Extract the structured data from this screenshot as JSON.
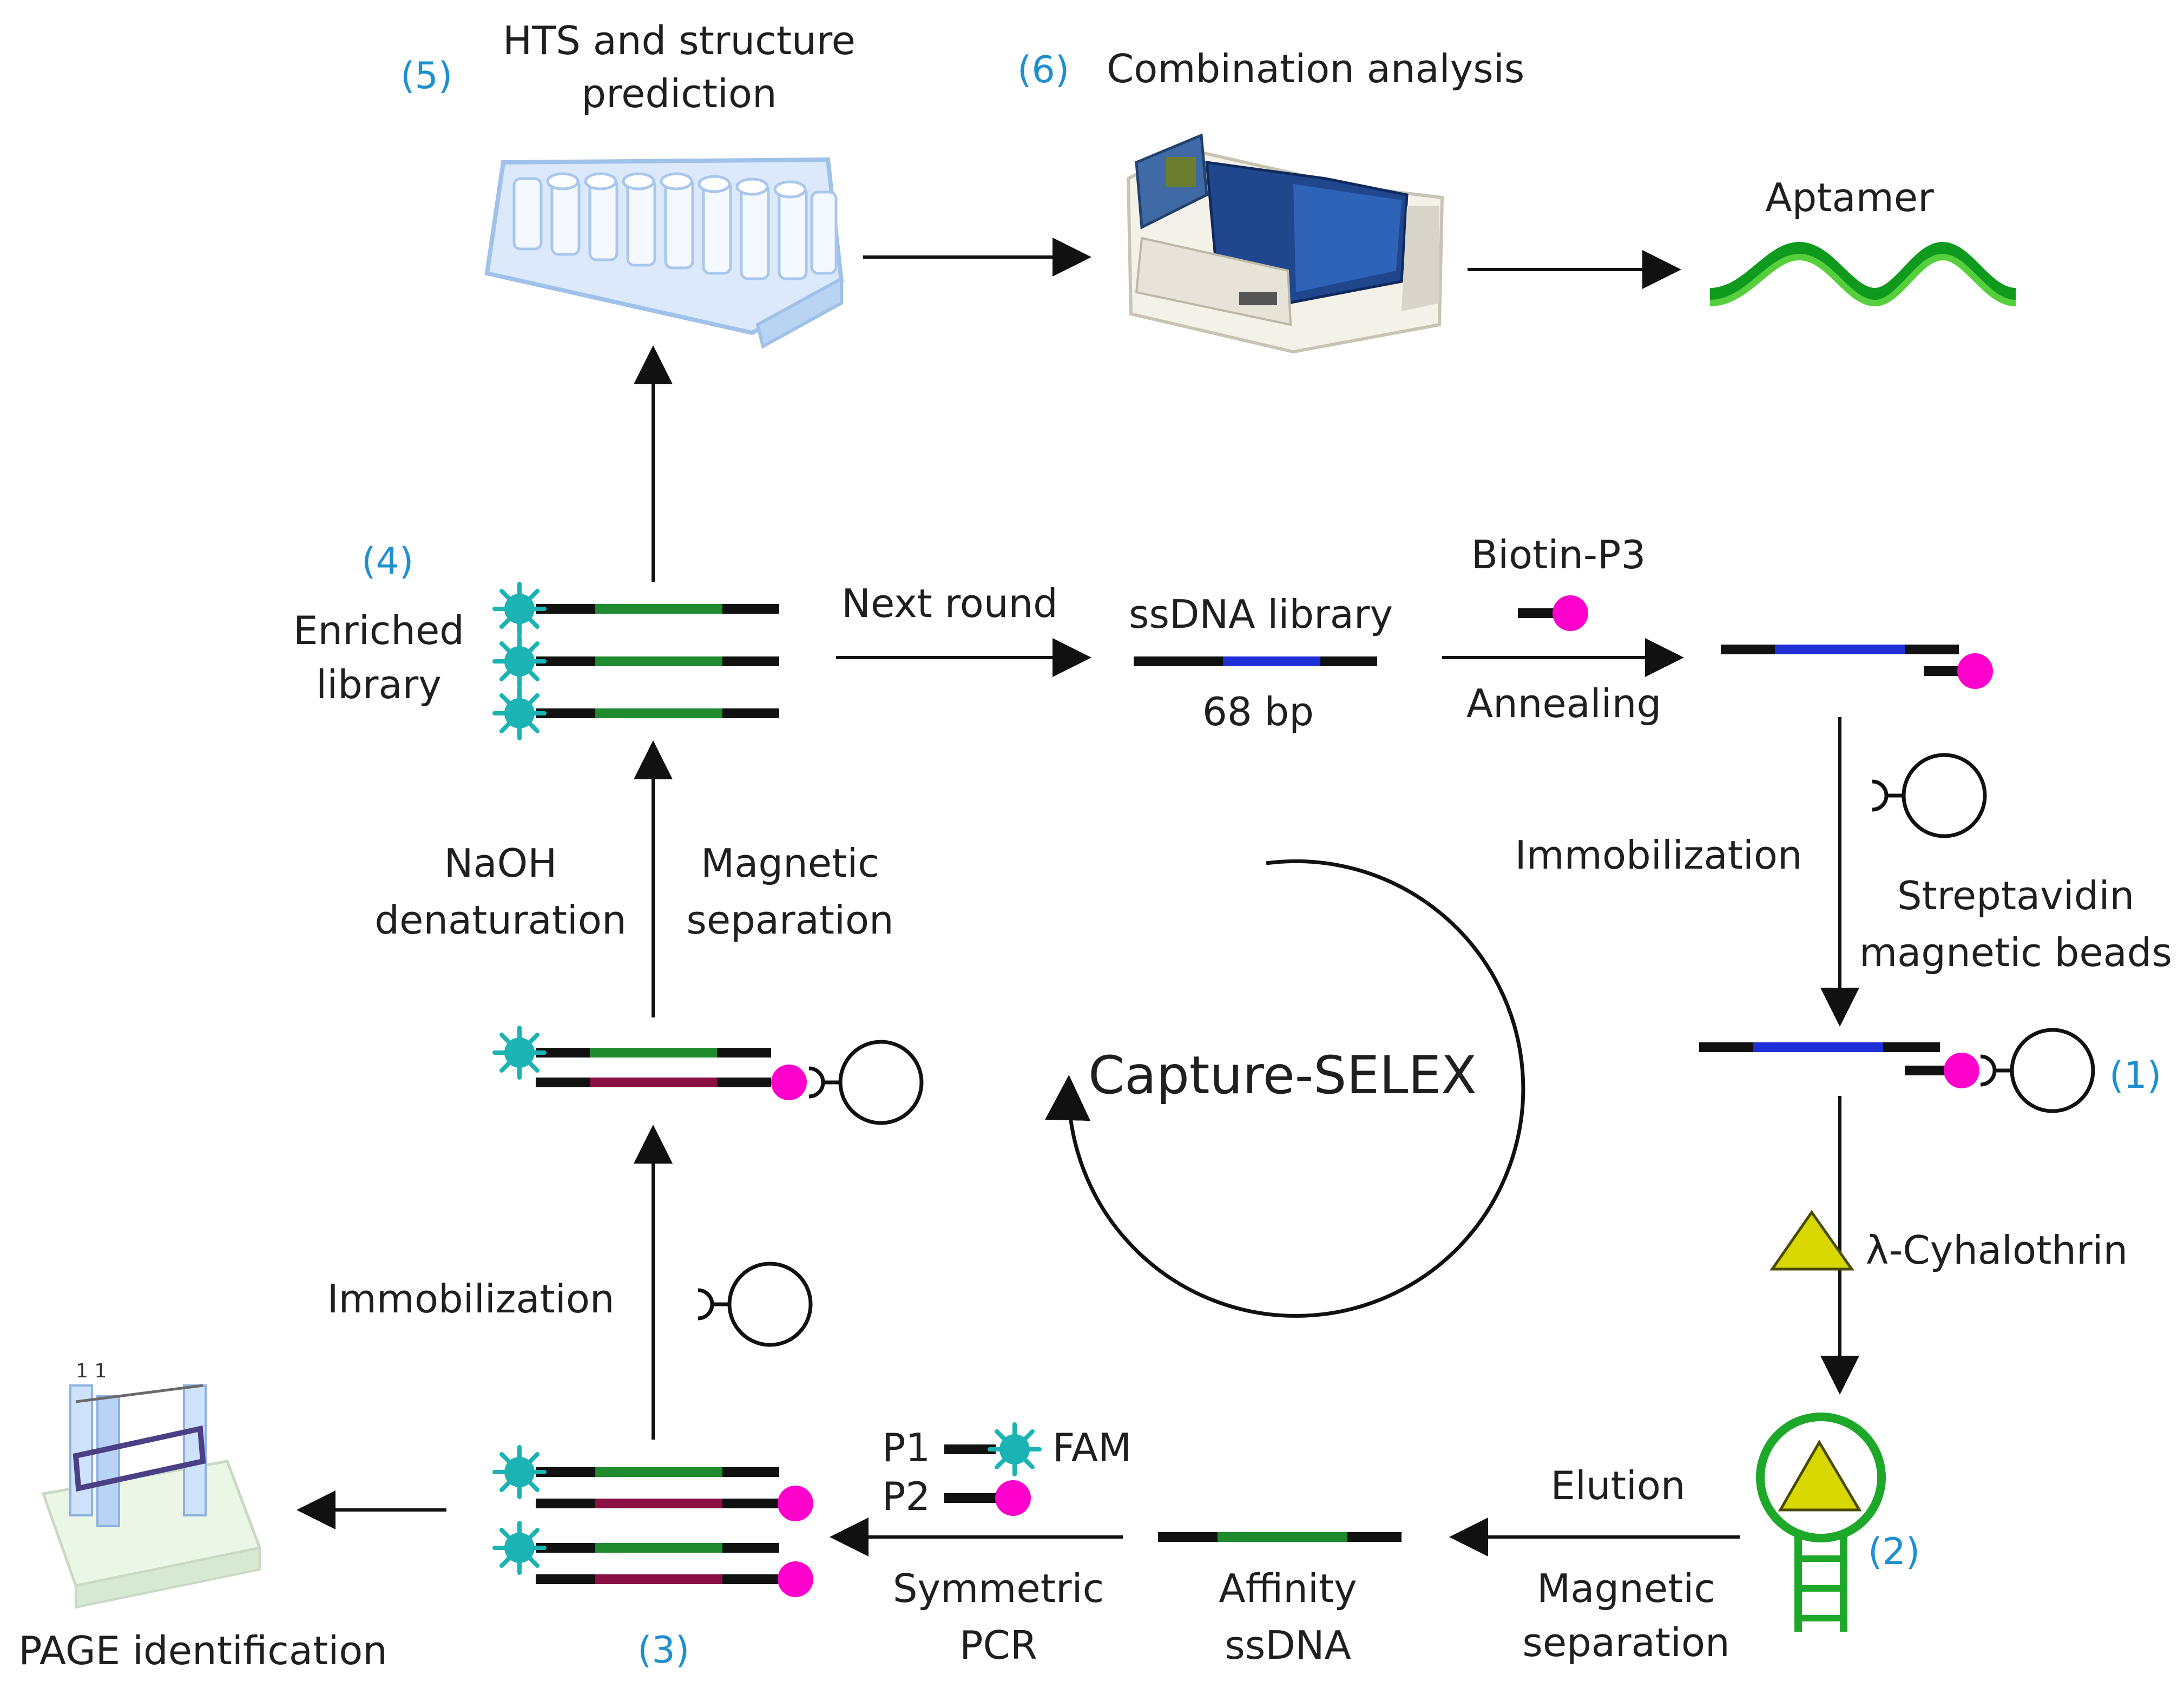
{
  "steps": {
    "s1": "(1)",
    "s2": "(2)",
    "s3": "(3)",
    "s4": "(4)",
    "s5": "(5)",
    "s6": "(6)"
  },
  "labels": {
    "hts_line1": "HTS and structure",
    "hts_line2": "prediction",
    "combination": "Combination analysis",
    "aptamer": "Aptamer",
    "enriched_line1": "Enriched",
    "enriched_line2": "library",
    "next_round": "Next round",
    "ssdna_library": "ssDNA library",
    "bp": "68 bp",
    "biotin": "Biotin-P3",
    "annealing": "Annealing",
    "immobilization_right": "Immobilization",
    "streptavidin_line1": "Streptavidin",
    "streptavidin_line2": "magnetic beads",
    "naoh_line1": "NaOH",
    "naoh_line2": "denaturation",
    "magsep_left_line1": "Magnetic",
    "magsep_left_line2": "separation",
    "center": "Capture-SELEX",
    "cyhalothrin": "λ-Cyhalothrin",
    "immobilization_left": "Immobilization",
    "p1": "P1",
    "fam": "FAM",
    "p2": "P2",
    "elution": "Elution",
    "magsep_bottom_line1": "Magnetic",
    "magsep_bottom_line2": "separation",
    "symmetric_line1": "Symmetric",
    "symmetric_line2": "PCR",
    "affinity_line1": "Affinity",
    "affinity_line2": "ssDNA",
    "page": "PAGE identification"
  },
  "colors": {
    "step_label": "#1e8fcf",
    "strand_black": "#111111",
    "strand_green": "#1f8a2e",
    "strand_blue": "#1f2fd6",
    "strand_maroon": "#8a1043",
    "biotin_pink": "#ff00cc",
    "fam_teal": "#1bb3b3",
    "target_yellow": "#d8d800",
    "aptamer_green": "#1ea82a"
  },
  "icons": {
    "sequencer_plate": "tube-rack-icon",
    "analyzer": "analyzer-instrument-icon",
    "aptamer": "aptamer-wave-icon",
    "gel": "electrophoresis-tank-icon",
    "bead": "magnetic-bead-icon",
    "target": "triangle-target-icon"
  }
}
